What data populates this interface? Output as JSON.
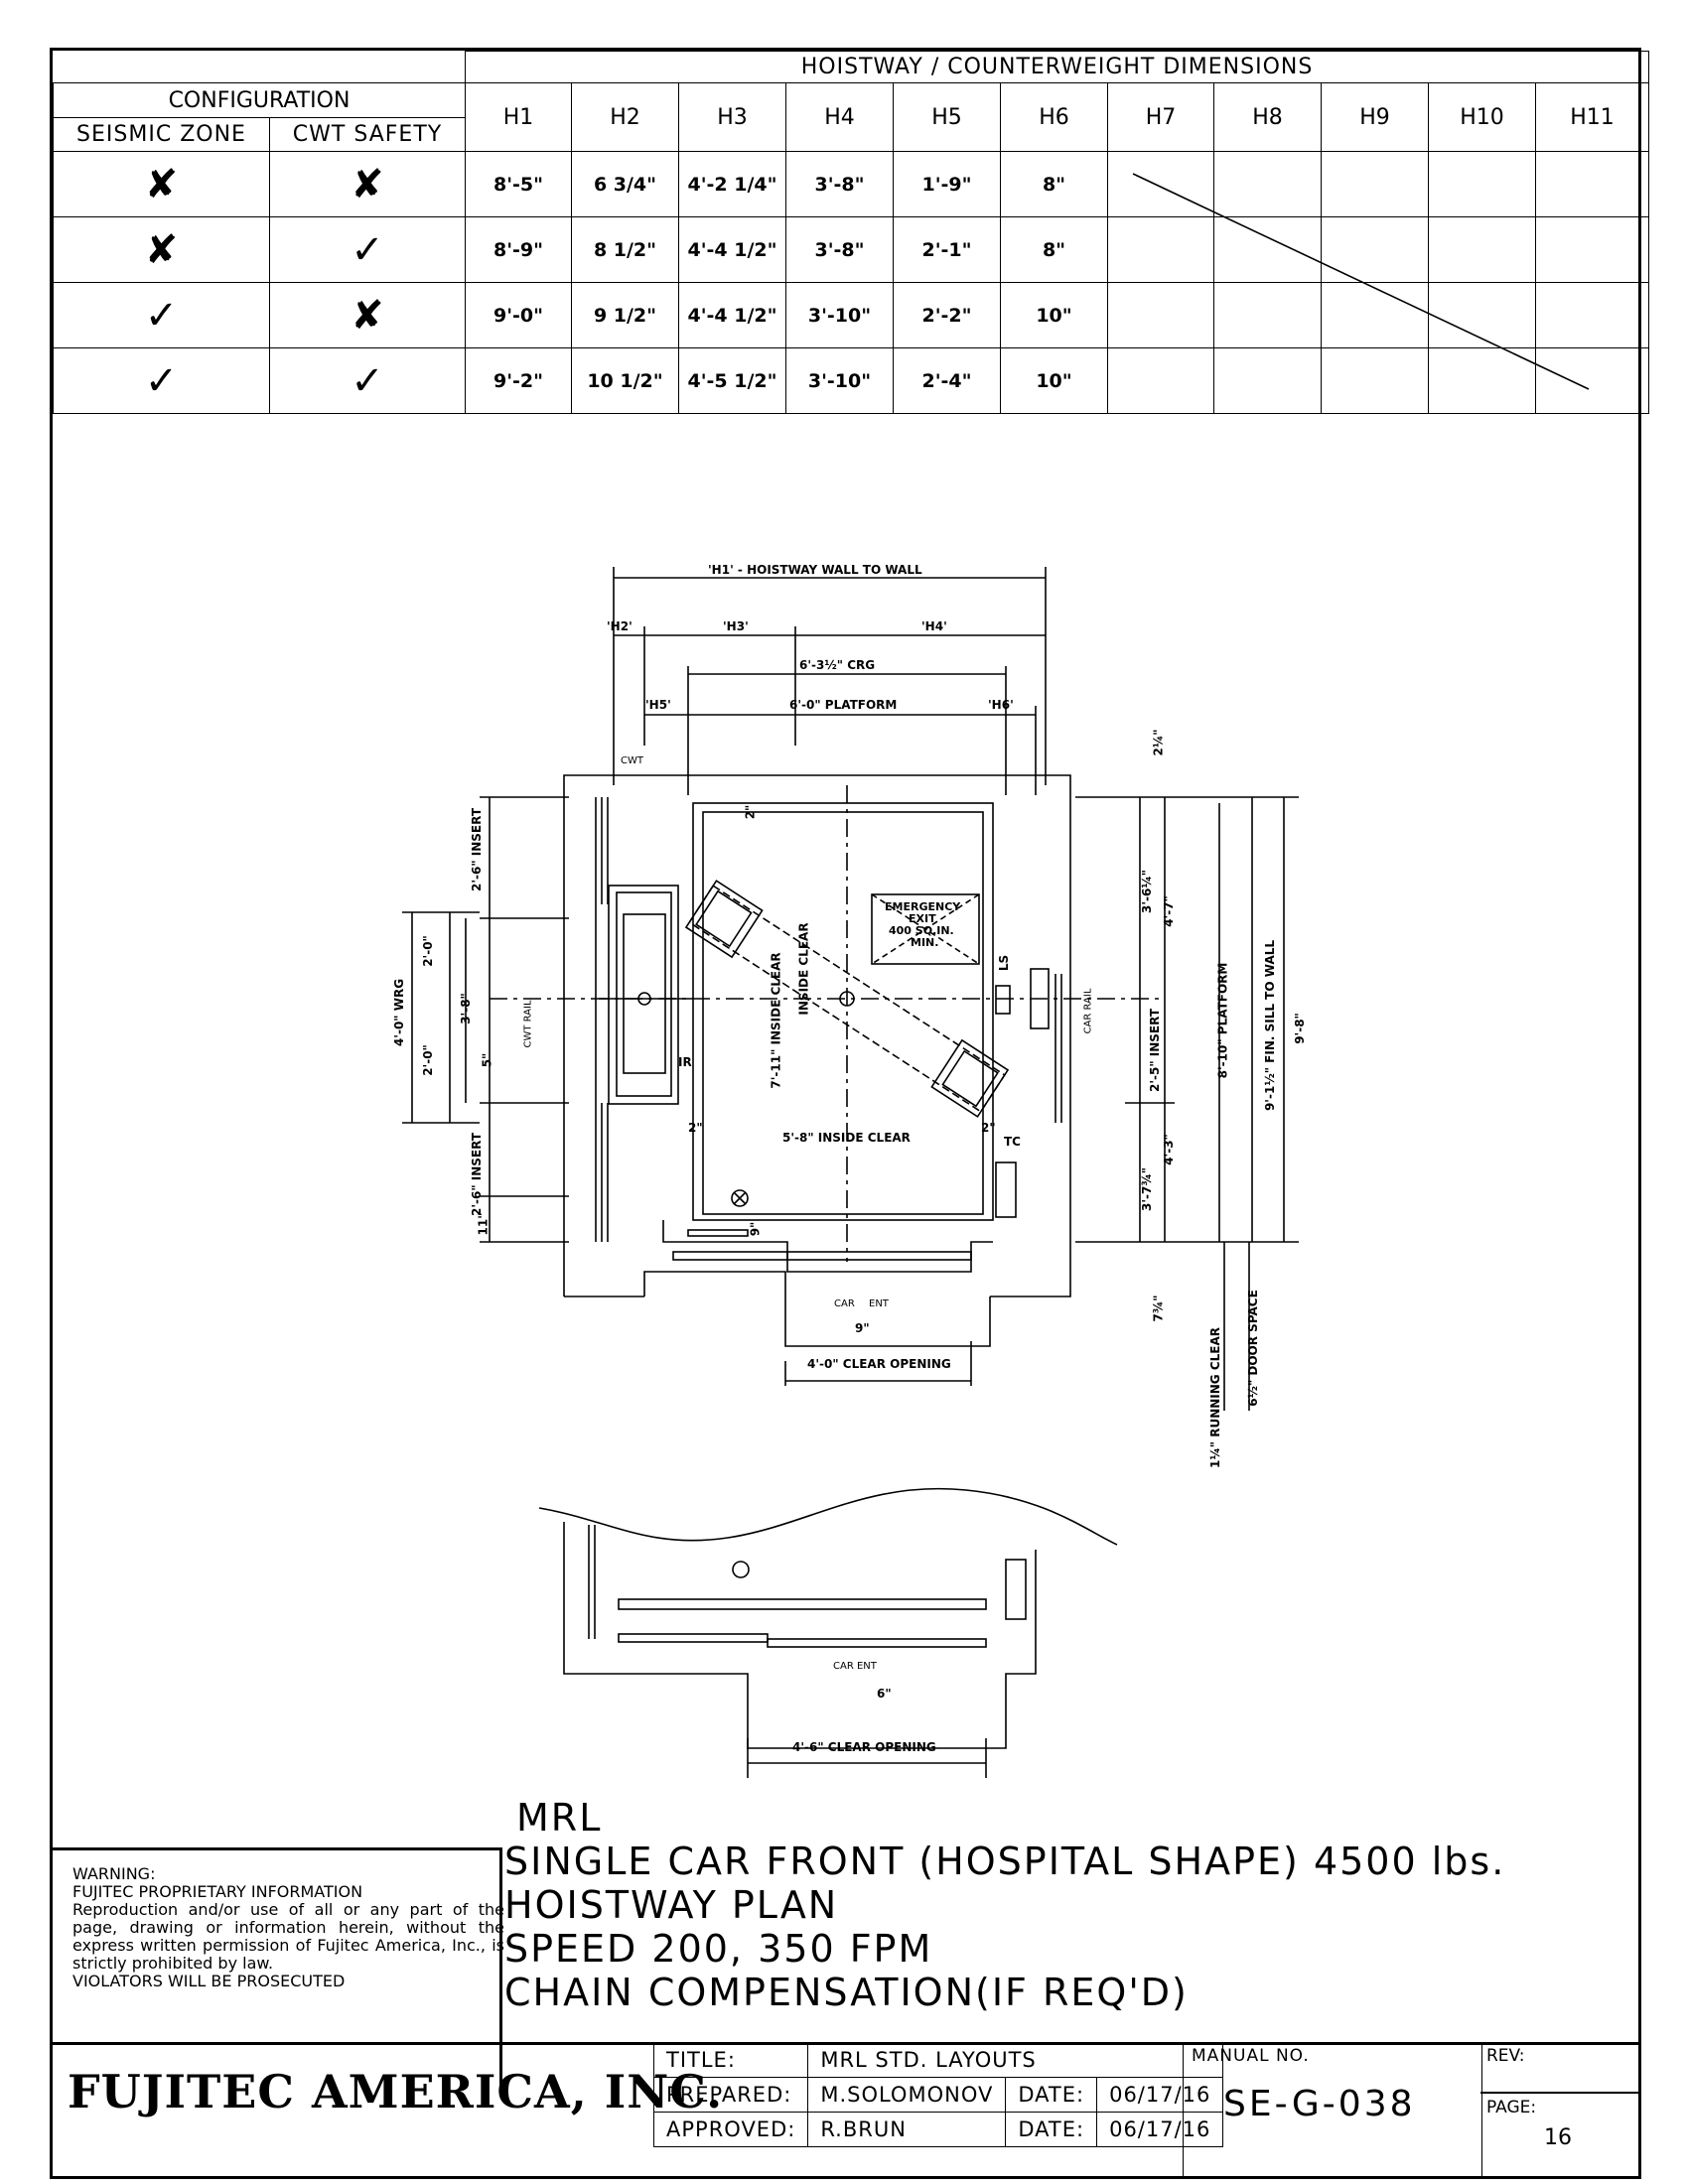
{
  "dimensions_table": {
    "caption": "HOISTWAY / COUNTERWEIGHT DIMENSIONS",
    "configuration_label": "CONFIGURATION",
    "seismic_label": "SEISMIC ZONE",
    "cwt_label": "CWT SAFETY",
    "columns": [
      "H1",
      "H2",
      "H3",
      "H4",
      "H5",
      "H6",
      "H7",
      "H8",
      "H9",
      "H10",
      "H11"
    ],
    "rows": [
      {
        "seismic": "✘",
        "cwt": "✘",
        "values": [
          "8'-5\"",
          "6 3/4\"",
          "4'-2 1/4\"",
          "3'-8\"",
          "1'-9\"",
          "8\""
        ]
      },
      {
        "seismic": "✘",
        "cwt": "✓",
        "values": [
          "8'-9\"",
          "8 1/2\"",
          "4'-4 1/2\"",
          "3'-8\"",
          "2'-1\"",
          "8\""
        ]
      },
      {
        "seismic": "✓",
        "cwt": "✘",
        "values": [
          "9'-0\"",
          "9 1/2\"",
          "4'-4 1/2\"",
          "3'-10\"",
          "2'-2\"",
          "10\""
        ]
      },
      {
        "seismic": "✓",
        "cwt": "✓",
        "values": [
          "9'-2\"",
          "10 1/2\"",
          "4'-5 1/2\"",
          "3'-10\"",
          "2'-4\"",
          "10\""
        ]
      }
    ]
  },
  "plan_labels": {
    "h1": "'H1' - HOISTWAY WALL TO WALL",
    "h2": "'H2'",
    "h3": "'H3'",
    "h4": "'H4'",
    "crg": "6'-3½\" CRG",
    "h5": "'H5'",
    "platform": "6'-0\" PLATFORM",
    "h6": "'H6'",
    "cwt_cl": "CWT",
    "two_quarter": "2¼\"",
    "insert_top": "2'-6\" INSERT",
    "insert_bottom": "2'-6\" INSERT",
    "wrg": "4'-0\" WRG",
    "two_ft_a": "2'-0\"",
    "two_ft_b": "2'-0\"",
    "three_eight": "3'-8\"",
    "five": "5\"",
    "cwt_rail": "CWT RAIL",
    "eleven": "11\"",
    "emergency": "EMERGENCY",
    "exit": "EXIT",
    "sqin": "400 SQ.IN.",
    "min": "MIN.",
    "ls": "LS",
    "ir": "IR",
    "tc": "TC",
    "inside_clear_v": "7'-11\" INSIDE CLEAR",
    "inside_clear_h": "5'-8\" INSIDE CLEAR",
    "inside_clear_diag": "INSIDE CLEAR",
    "two_top": "2\"",
    "two_left": "2\"",
    "two_right": "2\"",
    "nine_v": "9\"",
    "car_rail": "CAR RAIL",
    "insert_right": "2'-5\" INSERT",
    "three_six": "3'-6¼\"",
    "three_seven": "3'-7¾\"",
    "four_seven": "4'-7\"",
    "four_three": "4'-3\"",
    "platform_v": "8'-10\" PLATFORM",
    "sill_wall": "9'-1½\" FIN. SILL TO WALL",
    "nine_eight": "9'-8\"",
    "seven_three": "7¾\"",
    "running_clear": "1¼\" RUNNING CLEAR",
    "door_space": "6½\" DOOR SPACE",
    "car": "CAR",
    "ent": "ENT",
    "nine_h": "9\"",
    "clear_opening": "4'-0\" CLEAR OPENING",
    "car_ent_2": "CAR ENT",
    "six": "6\"",
    "clear_opening_2": "4'-6\" CLEAR OPENING"
  },
  "warning": {
    "heading": "WARNING:",
    "subheading": "FUJITEC PROPRIETARY INFORMATION",
    "body": "Reproduction and/or use of all or any part of the page, drawing or information herein, without the express written permission of Fujitec America, Inc., is strictly prohibited by law.",
    "footer": "VIOLATORS WILL BE PROSECUTED"
  },
  "title_lines": [
    "MRL",
    "SINGLE CAR FRONT (HOSPITAL SHAPE) 4500 lbs.",
    "HOISTWAY PLAN",
    "SPEED 200, 350 FPM",
    "CHAIN COMPENSATION(IF REQ'D)"
  ],
  "title_block": {
    "company": "FUJITEC AMERICA, INC.",
    "title_label": "TITLE:",
    "title_value": "MRL STD. LAYOUTS",
    "prepared_label": "PREPARED:",
    "prepared_value": "M.SOLOMONOV",
    "approved_label": "APPROVED:",
    "approved_value": "R.BRUN",
    "date_label_1": "DATE:",
    "date_value_1": "06/17/16",
    "date_label_2": "DATE:",
    "date_value_2": "06/17/16",
    "manual_label": "MANUAL NO.",
    "manual_value": "SE-G-038",
    "rev_label": "REV:",
    "page_label": "PAGE:",
    "page_value": "16"
  }
}
